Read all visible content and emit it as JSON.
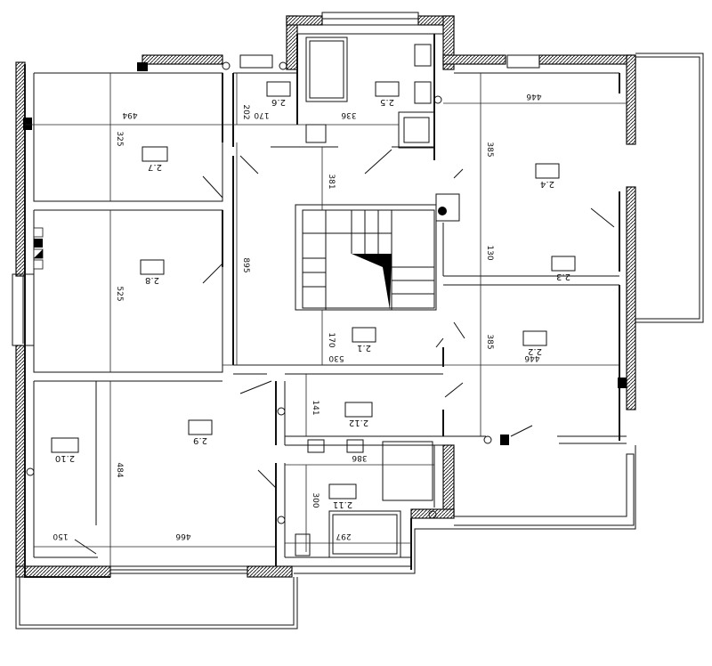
{
  "rooms": [
    {
      "id": "r27",
      "label": "2.7"
    },
    {
      "id": "r26",
      "label": "2.6"
    },
    {
      "id": "r25",
      "label": "2.5"
    },
    {
      "id": "r24",
      "label": "2.4"
    },
    {
      "id": "r23",
      "label": "2.3"
    },
    {
      "id": "r28",
      "label": "2.8"
    },
    {
      "id": "r21",
      "label": "2.1"
    },
    {
      "id": "r22",
      "label": "2.2"
    },
    {
      "id": "r212",
      "label": "2.12"
    },
    {
      "id": "r29",
      "label": "2.9"
    },
    {
      "id": "r210",
      "label": "2.10"
    },
    {
      "id": "r211",
      "label": "2.11"
    }
  ],
  "dimensions": [
    {
      "id": "d494a",
      "text": "494"
    },
    {
      "id": "d170",
      "text": "170"
    },
    {
      "id": "d336",
      "text": "336"
    },
    {
      "id": "d446a",
      "text": "446"
    },
    {
      "id": "d202",
      "text": "202"
    },
    {
      "id": "d325",
      "text": "325"
    },
    {
      "id": "d381",
      "text": "381"
    },
    {
      "id": "d385a",
      "text": "385"
    },
    {
      "id": "d130",
      "text": "130"
    },
    {
      "id": "d895",
      "text": "895"
    },
    {
      "id": "d525",
      "text": "525"
    },
    {
      "id": "d170b",
      "text": "170"
    },
    {
      "id": "d530",
      "text": "530"
    },
    {
      "id": "d385b",
      "text": "385"
    },
    {
      "id": "d446b",
      "text": "446"
    },
    {
      "id": "d141",
      "text": "141"
    },
    {
      "id": "d484",
      "text": "484"
    },
    {
      "id": "d386",
      "text": "386"
    },
    {
      "id": "d300",
      "text": "300"
    },
    {
      "id": "d150",
      "text": "150"
    },
    {
      "id": "d466",
      "text": "466"
    },
    {
      "id": "d297",
      "text": "297"
    }
  ]
}
